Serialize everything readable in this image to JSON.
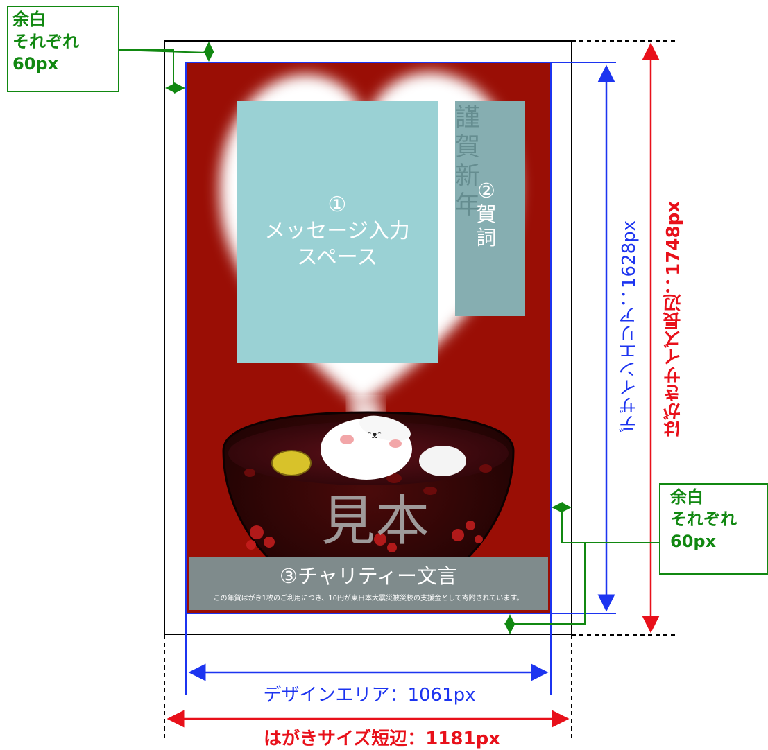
{
  "annotations": {
    "margin_top_left": [
      "余白",
      "それぞれ",
      "60px"
    ],
    "margin_right_bottom": [
      "余白",
      "それぞれ",
      "60px"
    ],
    "design_width": "デザインエリア：1061px",
    "design_height": "デザインエリア：1628px",
    "postcard_short": "はがきサイズ短辺：1181px",
    "postcard_long": "はがきサイズ長辺：1748px"
  },
  "card": {
    "message_space": [
      "①",
      "メッセージ入力",
      "スペース"
    ],
    "gashi_label": [
      "②",
      "賀",
      "詞"
    ],
    "gashi_faint": "謹賀新年",
    "watermark": "見本",
    "charity_title": "③チャリティー文言",
    "charity_note": "この年賀はがき1枚のご利用につき、10円が東日本大震災被災校の支援金として寄附されています。"
  },
  "colors": {
    "red": "#e8101a",
    "blue": "#1c34f0",
    "green": "#118811",
    "card_bg": "#9a0e05"
  }
}
